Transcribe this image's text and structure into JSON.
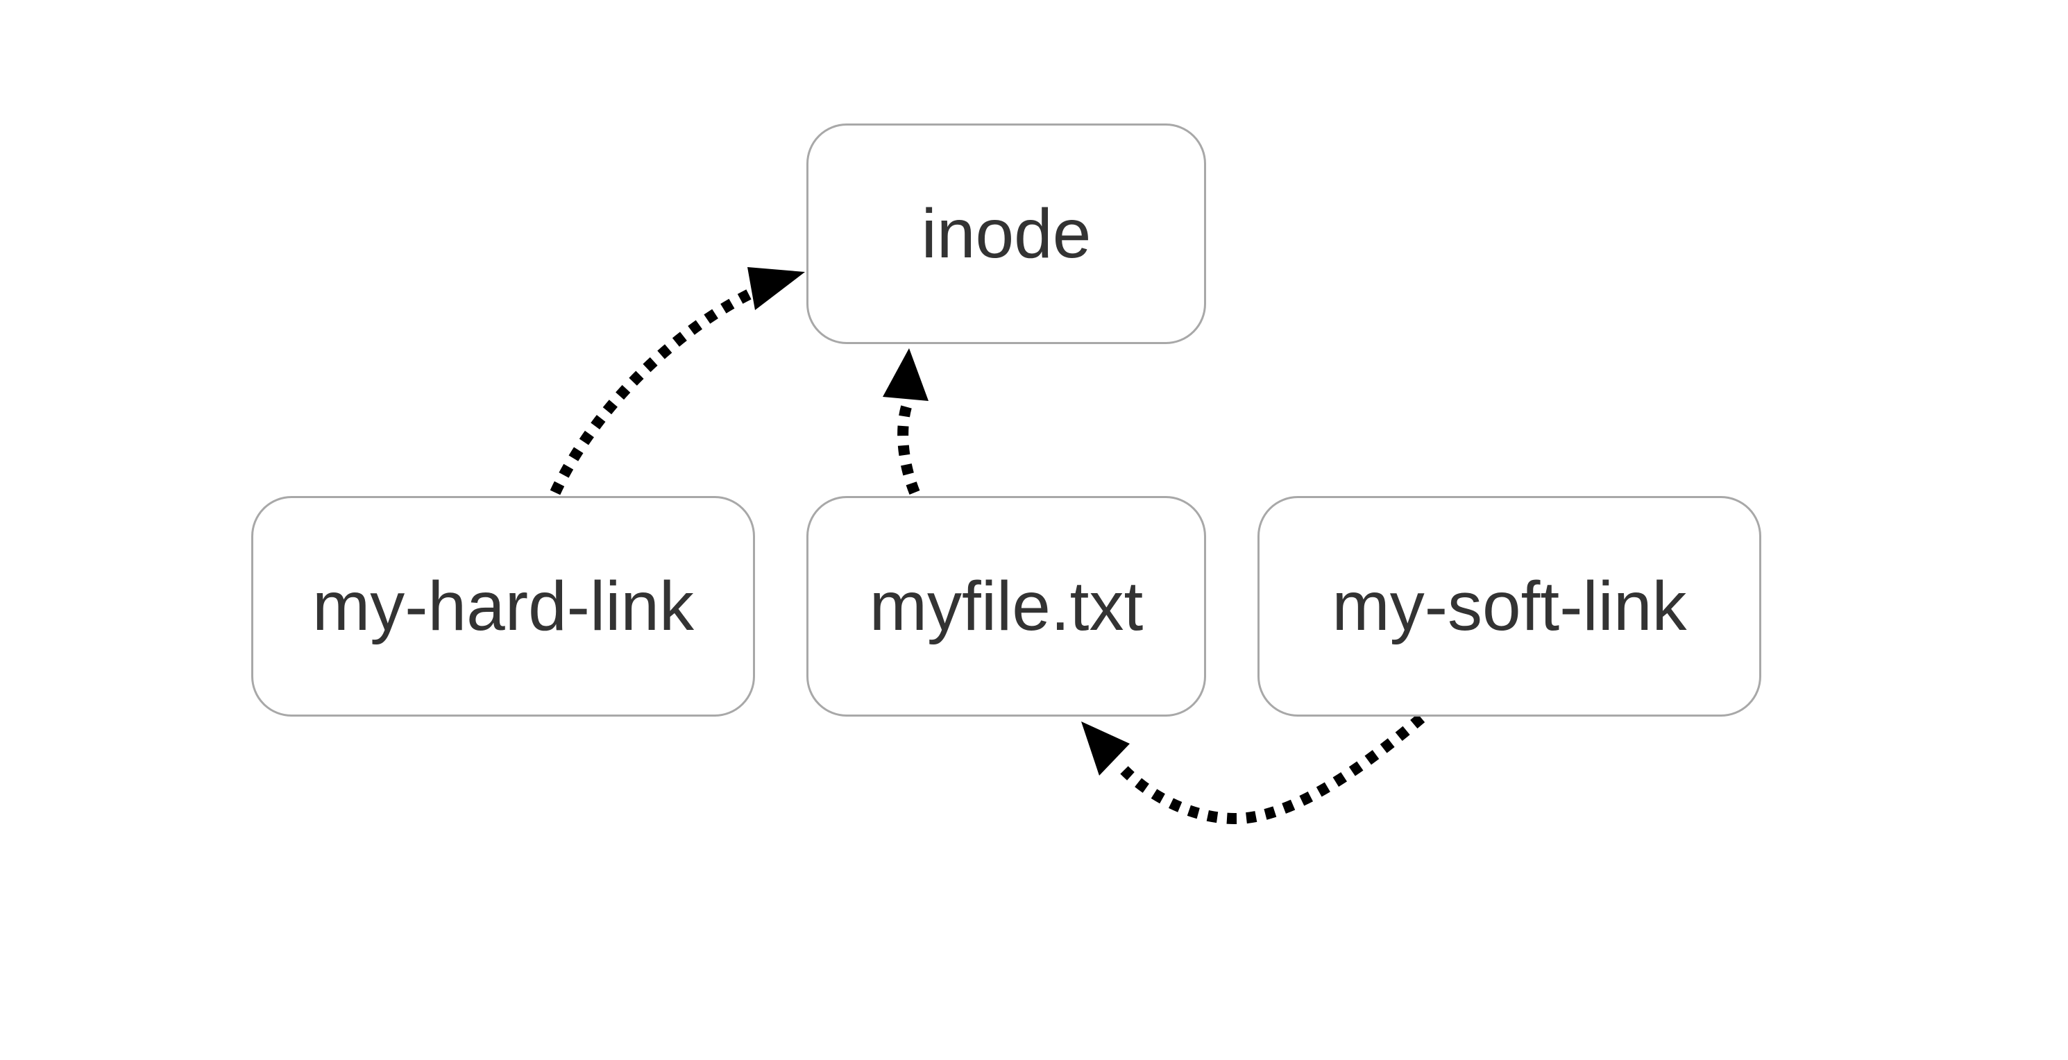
{
  "nodes": {
    "inode": "inode",
    "hard_link": "my-hard-link",
    "file": "myfile.txt",
    "soft_link": "my-soft-link"
  },
  "edges": [
    {
      "from": "my-hard-link",
      "to": "inode",
      "style": "dotted"
    },
    {
      "from": "myfile.txt",
      "to": "inode",
      "style": "dotted"
    },
    {
      "from": "my-soft-link",
      "to": "myfile.txt",
      "style": "dotted"
    }
  ],
  "colors": {
    "node_border": "#a8a8a8",
    "text": "#333333",
    "arrow": "#000000",
    "background": "#ffffff"
  }
}
